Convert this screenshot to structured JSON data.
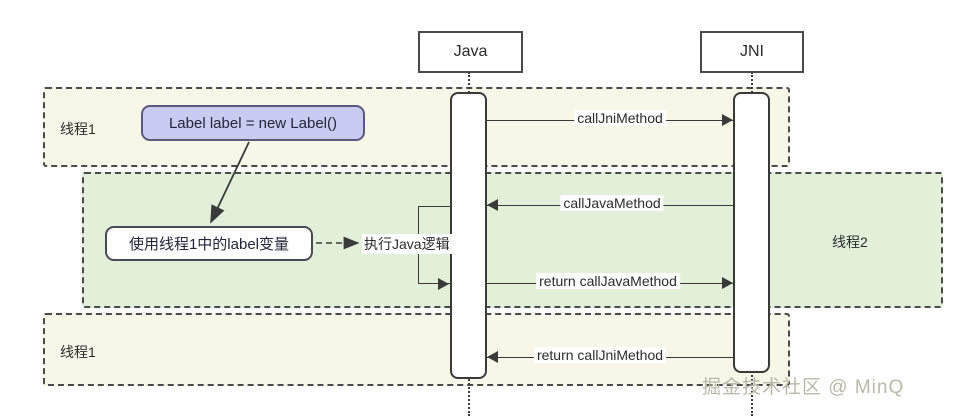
{
  "diagram": {
    "type": "uml-sequence-diagram",
    "title": "Java / JNI cross-thread call sequence",
    "colors": {
      "cream_region": "#f7f6e7",
      "green_region": "#e2f0da",
      "purple_note": "#c9cbf0",
      "white_note": "#ffffff",
      "stroke": "#3a3a3a",
      "watermark": "#b9b9a8"
    }
  },
  "participants": [
    {
      "id": "java",
      "label": "Java"
    },
    {
      "id": "jni",
      "label": "JNI"
    }
  ],
  "regions": [
    {
      "id": "thread1-top",
      "label": "线程1",
      "fill": "cream"
    },
    {
      "id": "thread2",
      "label": "线程2",
      "fill": "green"
    },
    {
      "id": "thread1-bottom",
      "label": "线程1",
      "fill": "cream"
    }
  ],
  "messages": [
    {
      "id": "m1",
      "label": "callJniMethod",
      "from": "java",
      "to": "jni",
      "direction": "right",
      "style": "solid"
    },
    {
      "id": "m2",
      "label": "callJavaMethod",
      "from": "jni",
      "to": "java",
      "direction": "left",
      "style": "solid"
    },
    {
      "id": "m3",
      "label": "return callJavaMethod",
      "from": "java",
      "to": "jni",
      "direction": "right",
      "style": "solid"
    },
    {
      "id": "m4",
      "label": "return callJniMethod",
      "from": "jni",
      "to": "java",
      "direction": "left",
      "style": "solid"
    }
  ],
  "self_call": {
    "id": "java-self",
    "label": "执行Java逻辑",
    "on": "java",
    "style": "solid"
  },
  "notes": [
    {
      "id": "note-label-create",
      "text": "Label label = new Label()",
      "style": "purple"
    },
    {
      "id": "note-label-use",
      "text": "使用线程1中的label变量",
      "style": "white"
    }
  ],
  "connectors": [
    {
      "id": "note-to-note",
      "from": "note-label-create",
      "to": "note-label-use",
      "style": "solid",
      "arrow": "down-left"
    },
    {
      "id": "note-to-selfcall",
      "from": "note-label-use",
      "to": "java-self",
      "style": "dashed",
      "arrow": "right"
    }
  ],
  "watermark": {
    "text": "掘金技术社区 @ MinQ"
  }
}
